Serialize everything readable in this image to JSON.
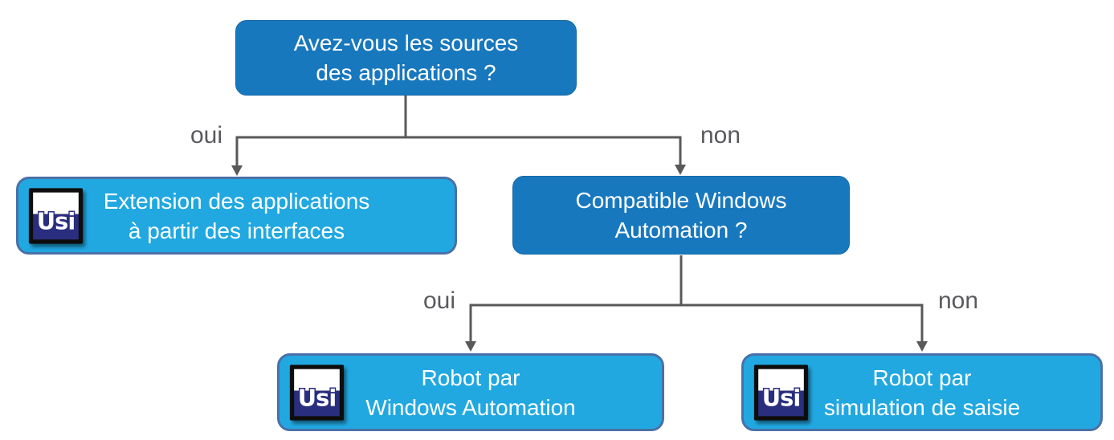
{
  "nodes": {
    "q_sources": {
      "lines": [
        "Avez-vous les sources",
        "des applications ?"
      ]
    },
    "r_extension": {
      "lines": [
        "Extension des applications",
        "à partir des interfaces"
      ]
    },
    "q_win_auto": {
      "lines": [
        "Compatible Windows",
        "Automation ?"
      ]
    },
    "r_robot_win": {
      "lines": [
        "Robot par",
        "Windows Automation"
      ]
    },
    "r_robot_sim": {
      "lines": [
        "Robot par",
        "simulation de saisie"
      ]
    }
  },
  "edges": {
    "q1_yes": "oui",
    "q1_no": "non",
    "q2_yes": "oui",
    "q2_no": "non"
  },
  "logo": {
    "text": "Usi"
  },
  "colors": {
    "decision_fill": "#1878BE",
    "result_fill": "#21A8E1",
    "result_border": "#4A70A8",
    "connector": "#595959",
    "edge_label_text": "#595A5E",
    "node_text": "#FFFFFF",
    "logo_navy": "#2A2E7E",
    "logo_frame": "#0D0D0D",
    "background": "#FFFFFF"
  }
}
